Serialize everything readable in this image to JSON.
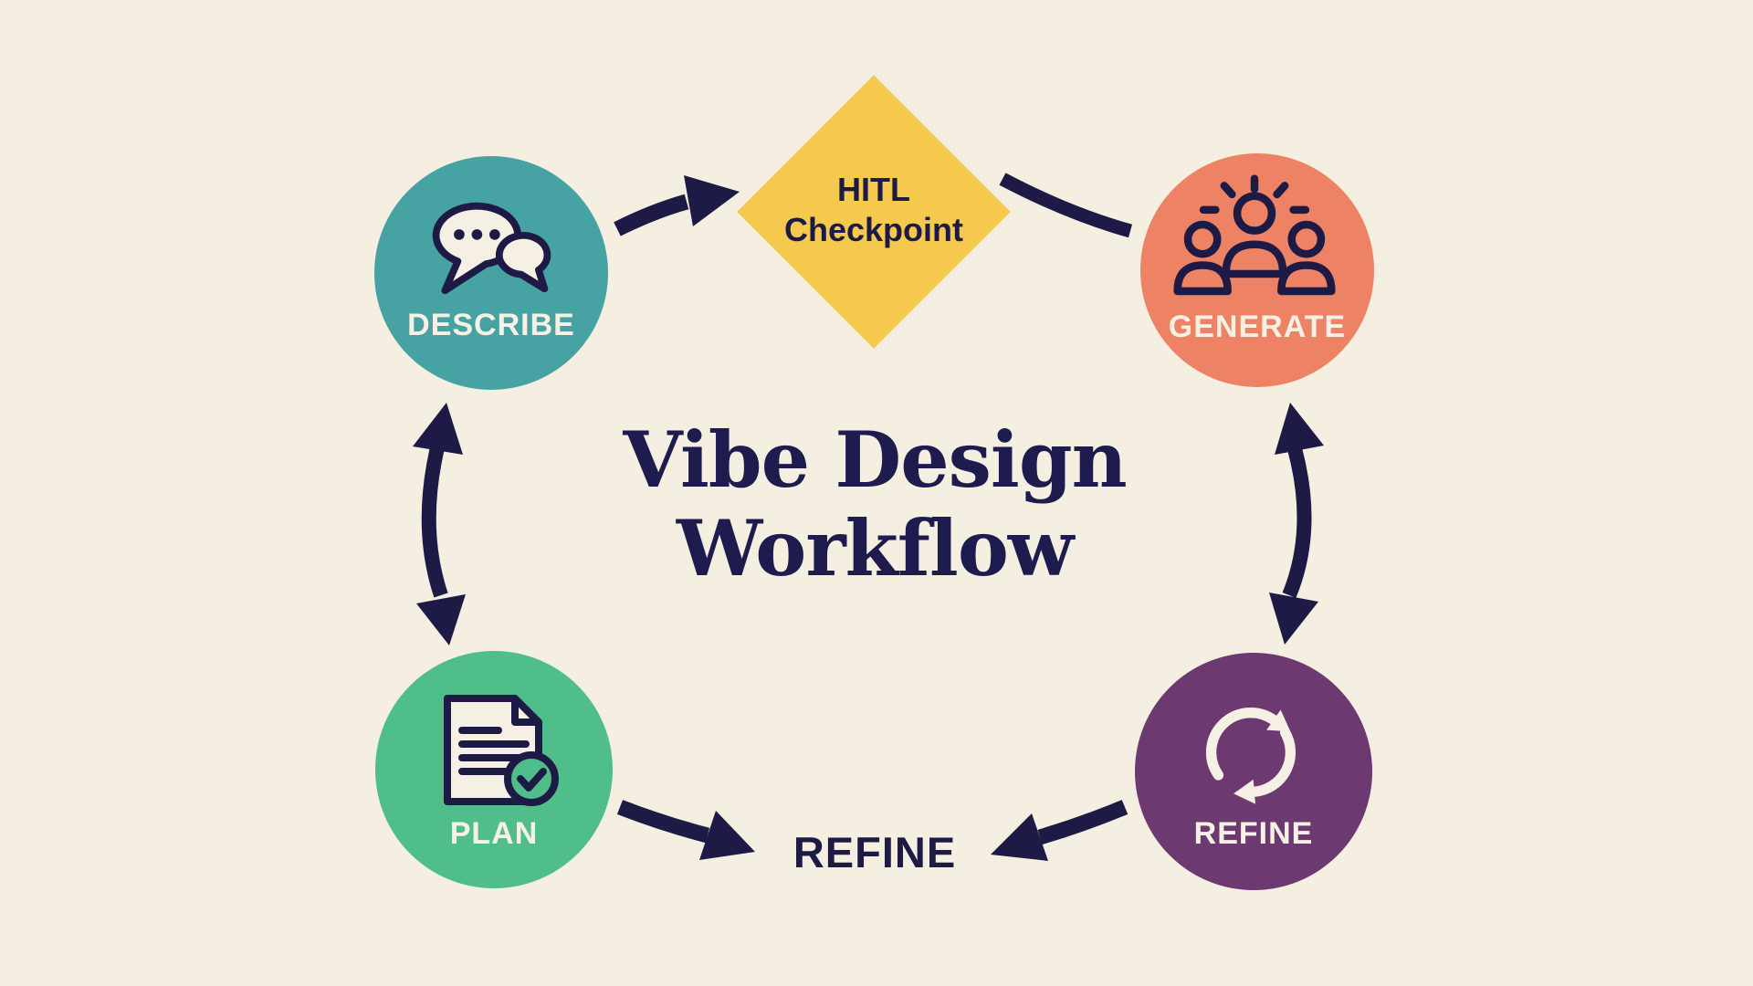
{
  "title": {
    "line1": "Vibe Design",
    "line2": "Workflow"
  },
  "center_label": "REFINE",
  "nodes": {
    "describe": {
      "label": "DESCRIBE",
      "color": "#47A2A3",
      "icon": "chat-bubbles-icon",
      "shape": "circle"
    },
    "hitl": {
      "line1": "HITL",
      "line2": "Checkpoint",
      "color": "#F5C84E",
      "shape": "diamond"
    },
    "generate": {
      "label": "GENERATE",
      "color": "#EE8264",
      "icon": "team-idea-icon",
      "shape": "circle"
    },
    "plan": {
      "label": "PLAN",
      "color": "#4FBE8B",
      "icon": "document-check-icon",
      "shape": "circle"
    },
    "refine": {
      "label": "REFINE",
      "color": "#6C3971",
      "icon": "cycle-arrows-icon",
      "shape": "circle"
    }
  },
  "connections": [
    "describe to hitl-checkpoint arrow",
    "hitl-checkpoint to generate connector",
    "describe and plan double-headed arrow",
    "generate and refine double-headed arrow",
    "plan to refine-label arrow",
    "refine-circle to refine-label arrow"
  ],
  "colors": {
    "background": "#F5EFE2",
    "ink": "#1D1A45",
    "title_text": "#1E1B4E",
    "node_label_text": "#F7F1E5"
  }
}
